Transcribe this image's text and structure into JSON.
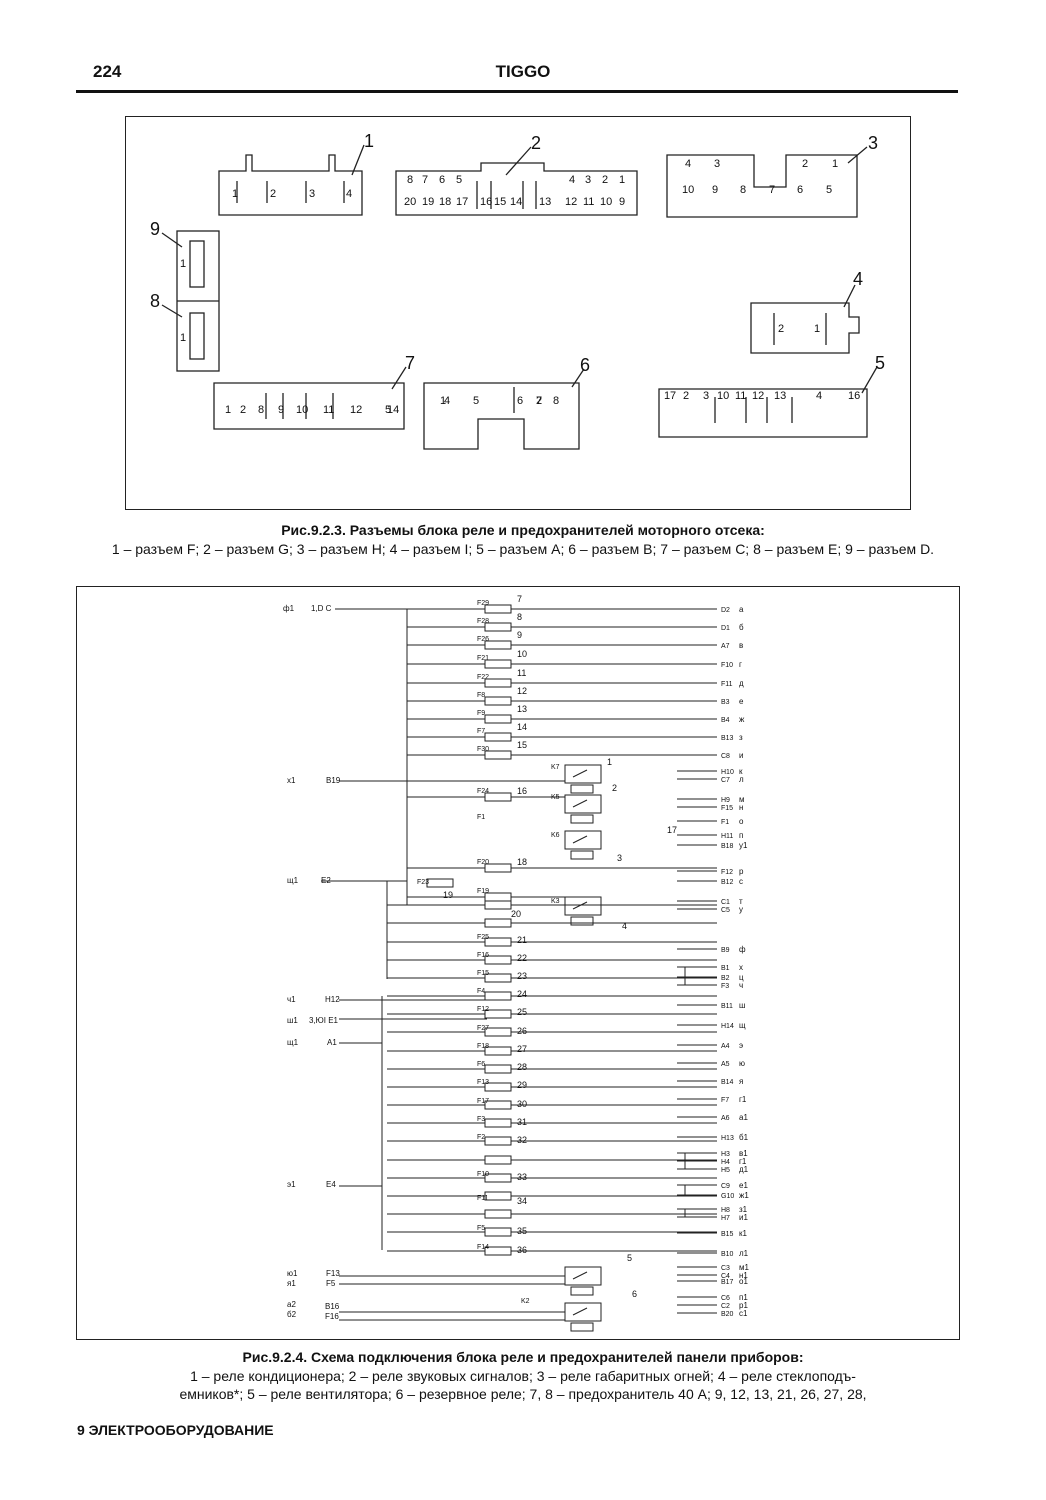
{
  "header": {
    "page_number": "224",
    "title": "TIGGO"
  },
  "figure1": {
    "callouts": [
      "1",
      "2",
      "3",
      "4",
      "5",
      "6",
      "7",
      "8",
      "9"
    ],
    "conn1_pins": [
      "1",
      "2",
      "3",
      "4"
    ],
    "conn2_top_pins": [
      "8",
      "7",
      "6",
      "5",
      "4",
      "3",
      "2",
      "1"
    ],
    "conn2_bottom_pins": [
      "20",
      "19",
      "18",
      "17",
      "16",
      "15",
      "14",
      "13",
      "12",
      "11",
      "10",
      "9"
    ],
    "conn3_top_pins": [
      "4",
      "3",
      "2",
      "1"
    ],
    "conn3_bottom_pins": [
      "10",
      "9",
      "8",
      "7",
      "6",
      "5"
    ],
    "conn4_pins": [
      "2",
      "1"
    ],
    "conn5_pins": [
      "7",
      "16",
      "1",
      "2",
      "3",
      "10",
      "11",
      "12",
      "13",
      "4"
    ],
    "conn6_pins": [
      "4",
      "5",
      "6",
      "7",
      "8",
      "1",
      "2"
    ],
    "conn7_pins": [
      "1",
      "2",
      "8",
      "9",
      "10",
      "11",
      "12",
      "14",
      "5"
    ],
    "conn8_pins": [
      "1"
    ],
    "conn9_pins": [
      "1"
    ],
    "caption_title": "Рис.9.2.3. Разъемы блока реле и предохранителей моторного отсека:",
    "caption_text": "1 – разъем F; 2 – разъем G; 3 – разъем H; 4 – разъем I; 5 – разъем A; 6 – разъем B; 7 – разъем C; 8 – разъем E; 9 – разъем D."
  },
  "figure2": {
    "left_labels": [
      "ф1",
      "1,D C",
      "х1",
      "B19",
      "щ1",
      "E2",
      "ч1",
      "H12",
      "ш1",
      "3,ЮI E1",
      "щ1",
      "A1",
      "э1",
      "E4",
      "ю1",
      "я1",
      "F13",
      "F5",
      "а2",
      "б2",
      "B16",
      "F16"
    ],
    "fuse_labels": [
      "F29",
      "F28",
      "F26",
      "F21",
      "F22",
      "F8",
      "F9",
      "F7",
      "F30",
      "F24",
      "F1",
      "F20",
      "F23",
      "F19",
      "F25",
      "F16",
      "F15",
      "F4",
      "F12",
      "F27",
      "F18",
      "F6",
      "F13",
      "F17",
      "F3",
      "F2",
      "F10",
      "F11",
      "F5",
      "F14"
    ],
    "number_labels": [
      "7",
      "8",
      "9",
      "10",
      "11",
      "12",
      "13",
      "14",
      "15",
      "16",
      "17",
      "18",
      "19",
      "20",
      "21",
      "22",
      "23",
      "24",
      "25",
      "26",
      "27",
      "28",
      "29",
      "30",
      "31",
      "32",
      "33",
      "34",
      "35",
      "36",
      "1",
      "2",
      "3",
      "4",
      "5",
      "6"
    ],
    "relay_labels": [
      "K7",
      "K5",
      "K6",
      "K3",
      "K2"
    ],
    "right_codes": [
      "D2",
      "D1",
      "A7",
      "F10",
      "F11",
      "B3",
      "B4",
      "B13",
      "C8",
      "H10",
      "C7",
      "H9",
      "F15",
      "F1",
      "H11",
      "B18",
      "F12",
      "B12",
      "C1",
      "C5",
      "B9",
      "B1",
      "B2",
      "F3",
      "B11",
      "H14",
      "A4",
      "A5",
      "B14",
      "F7",
      "A6",
      "H13",
      "H3",
      "H4",
      "H5",
      "C9",
      "G10",
      "H8",
      "H7",
      "B15",
      "B10",
      "C3",
      "C4",
      "B17",
      "C6",
      "C2",
      "B20"
    ],
    "right_letters": [
      "а",
      "б",
      "в",
      "г",
      "д",
      "е",
      "ж",
      "з",
      "и",
      "к",
      "л",
      "м",
      "н",
      "о",
      "п",
      "у1",
      "р",
      "с",
      "т",
      "у",
      "ф",
      "х",
      "ц",
      "ч",
      "ш",
      "щ",
      "э",
      "ю",
      "я",
      "г1",
      "а1",
      "б1",
      "в1",
      "г1",
      "д1",
      "е1",
      "ж1",
      "з1",
      "и1",
      "к1",
      "л1",
      "м1",
      "н1",
      "о1",
      "п1",
      "р1",
      "с1"
    ],
    "caption_title": "Рис.9.2.4. Схема подключения блока реле и предохранителей панели приборов:",
    "caption_line1": "1 – реле кондиционера; 2 – реле звуковых сигналов; 3 – реле габаритных огней; 4 – реле стеклоподъ-",
    "caption_line2": "емников*; 5 – реле вентилятора; 6 – резервное реле; 7, 8 – предохранитель 40 А; 9, 12, 13, 21, 26, 27, 28,"
  },
  "footer": {
    "text": "9 ЭЛЕКТРООБОРУДОВАНИЕ"
  }
}
